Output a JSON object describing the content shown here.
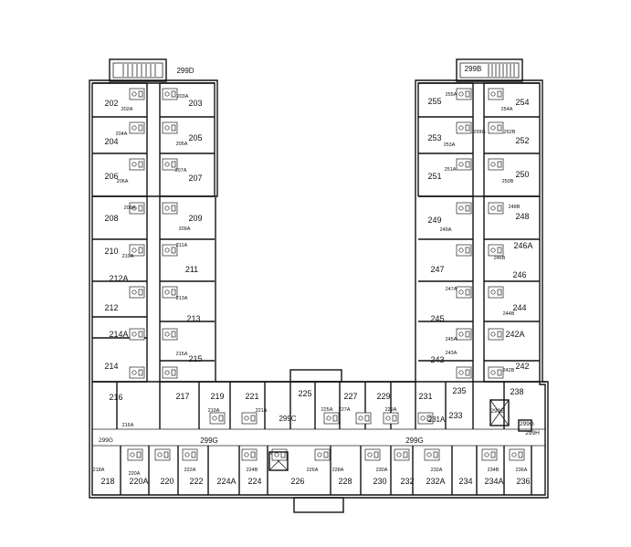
{
  "plan": {
    "rooms": [
      {
        "id": "r202",
        "label": "202",
        "size": "lg"
      },
      {
        "id": "r203",
        "label": "203",
        "size": "lg"
      },
      {
        "id": "r204",
        "label": "204",
        "size": "lg"
      },
      {
        "id": "r205",
        "label": "205",
        "size": "lg"
      },
      {
        "id": "r206",
        "label": "206",
        "size": "lg"
      },
      {
        "id": "r207",
        "label": "207",
        "size": "lg"
      },
      {
        "id": "r208",
        "label": "208",
        "size": "lg"
      },
      {
        "id": "r209",
        "label": "209",
        "size": "lg"
      },
      {
        "id": "r210",
        "label": "210",
        "size": "lg"
      },
      {
        "id": "r211",
        "label": "211",
        "size": "lg"
      },
      {
        "id": "r212A",
        "label": "212A",
        "size": "lg"
      },
      {
        "id": "r212",
        "label": "212",
        "size": "lg"
      },
      {
        "id": "r213",
        "label": "213",
        "size": "lg"
      },
      {
        "id": "r214A",
        "label": "214A",
        "size": "lg"
      },
      {
        "id": "r214",
        "label": "214",
        "size": "lg"
      },
      {
        "id": "r215",
        "label": "215",
        "size": "lg"
      },
      {
        "id": "r216",
        "label": "216",
        "size": "lg"
      },
      {
        "id": "r217",
        "label": "217",
        "size": "lg"
      },
      {
        "id": "r219",
        "label": "219",
        "size": "lg"
      },
      {
        "id": "r221",
        "label": "221",
        "size": "lg"
      },
      {
        "id": "r225",
        "label": "225",
        "size": "lg"
      },
      {
        "id": "r227",
        "label": "227",
        "size": "lg"
      },
      {
        "id": "r229",
        "label": "229",
        "size": "lg"
      },
      {
        "id": "r231",
        "label": "231",
        "size": "lg"
      },
      {
        "id": "r231A",
        "label": "231A",
        "size": "md"
      },
      {
        "id": "r233",
        "label": "233",
        "size": "lg"
      },
      {
        "id": "r235",
        "label": "235",
        "size": "lg"
      },
      {
        "id": "r238",
        "label": "238",
        "size": "lg"
      },
      {
        "id": "r218",
        "label": "218",
        "size": "lg"
      },
      {
        "id": "r220A",
        "label": "220A",
        "size": "lg"
      },
      {
        "id": "r220",
        "label": "220",
        "size": "lg"
      },
      {
        "id": "r222",
        "label": "222",
        "size": "lg"
      },
      {
        "id": "r224A",
        "label": "224A",
        "size": "lg"
      },
      {
        "id": "r224",
        "label": "224",
        "size": "lg"
      },
      {
        "id": "r226",
        "label": "226",
        "size": "lg"
      },
      {
        "id": "r228",
        "label": "228",
        "size": "lg"
      },
      {
        "id": "r230",
        "label": "230",
        "size": "lg"
      },
      {
        "id": "r232",
        "label": "232",
        "size": "lg"
      },
      {
        "id": "r232A",
        "label": "232A",
        "size": "lg"
      },
      {
        "id": "r234",
        "label": "234",
        "size": "lg"
      },
      {
        "id": "r234A",
        "label": "234A",
        "size": "lg"
      },
      {
        "id": "r236",
        "label": "236",
        "size": "lg"
      },
      {
        "id": "r242",
        "label": "242",
        "size": "lg"
      },
      {
        "id": "r242A",
        "label": "242A",
        "size": "lg"
      },
      {
        "id": "r243",
        "label": "243",
        "size": "lg"
      },
      {
        "id": "r244",
        "label": "244",
        "size": "lg"
      },
      {
        "id": "r245",
        "label": "245",
        "size": "lg"
      },
      {
        "id": "r246",
        "label": "246",
        "size": "lg"
      },
      {
        "id": "r246A",
        "label": "246A",
        "size": "lg"
      },
      {
        "id": "r247",
        "label": "247",
        "size": "lg"
      },
      {
        "id": "r248",
        "label": "248",
        "size": "lg"
      },
      {
        "id": "r249",
        "label": "249",
        "size": "lg"
      },
      {
        "id": "r250",
        "label": "250",
        "size": "lg"
      },
      {
        "id": "r251",
        "label": "251",
        "size": "lg"
      },
      {
        "id": "r252",
        "label": "252",
        "size": "lg"
      },
      {
        "id": "r253",
        "label": "253",
        "size": "lg"
      },
      {
        "id": "r254",
        "label": "254",
        "size": "lg"
      },
      {
        "id": "r255",
        "label": "255",
        "size": "lg"
      },
      {
        "id": "r299B",
        "label": "299B",
        "size": "md"
      },
      {
        "id": "r299C",
        "label": "299C",
        "size": "md"
      },
      {
        "id": "r299D",
        "label": "299D",
        "size": "md"
      },
      {
        "id": "r299G_left",
        "label": "299G",
        "size": "md"
      },
      {
        "id": "r299G_right",
        "label": "299G",
        "size": "md"
      },
      {
        "id": "r299G_west",
        "label": "299G",
        "size": "sm"
      },
      {
        "id": "r299G_east",
        "label": "299G",
        "size": "sm"
      },
      {
        "id": "r299H",
        "label": "299H",
        "size": "sm"
      },
      {
        "id": "r299E",
        "label": "299E",
        "size": "sm"
      }
    ],
    "sublabels": [
      {
        "id": "s202A",
        "label": "202A"
      },
      {
        "id": "s203A",
        "label": "203A"
      },
      {
        "id": "s204A",
        "label": "204A"
      },
      {
        "id": "s205A",
        "label": "205A"
      },
      {
        "id": "s206A",
        "label": "206A"
      },
      {
        "id": "s207A",
        "label": "207A"
      },
      {
        "id": "s208A",
        "label": "208A"
      },
      {
        "id": "s209A",
        "label": "209A"
      },
      {
        "id": "s210A",
        "label": "210A"
      },
      {
        "id": "s211A",
        "label": "211A"
      },
      {
        "id": "s213A",
        "label": "213A"
      },
      {
        "id": "s215A",
        "label": "215A"
      },
      {
        "id": "s216A",
        "label": "216A"
      },
      {
        "id": "s218A",
        "label": "218A"
      },
      {
        "id": "s219A",
        "label": "219A"
      },
      {
        "id": "s220A",
        "label": "220A"
      },
      {
        "id": "s221A",
        "label": "221A"
      },
      {
        "id": "s222A",
        "label": "222A"
      },
      {
        "id": "s224B",
        "label": "224B"
      },
      {
        "id": "s225A",
        "label": "225A"
      },
      {
        "id": "s226A",
        "label": "226A"
      },
      {
        "id": "s227A",
        "label": "227A"
      },
      {
        "id": "s228A",
        "label": "228A"
      },
      {
        "id": "s229A",
        "label": "229A"
      },
      {
        "id": "s230A",
        "label": "230A"
      },
      {
        "id": "s232A",
        "label": "232A"
      },
      {
        "id": "s234B",
        "label": "234B"
      },
      {
        "id": "s236A",
        "label": "236A"
      },
      {
        "id": "s242B",
        "label": "242B"
      },
      {
        "id": "s243A",
        "label": "243A"
      },
      {
        "id": "s244B",
        "label": "244B"
      },
      {
        "id": "s245A",
        "label": "245A"
      },
      {
        "id": "s246B",
        "label": "246B"
      },
      {
        "id": "s247A",
        "label": "247A"
      },
      {
        "id": "s248B",
        "label": "248B"
      },
      {
        "id": "s249A",
        "label": "249A"
      },
      {
        "id": "s250B",
        "label": "250B"
      },
      {
        "id": "s251A",
        "label": "251A"
      },
      {
        "id": "s252B",
        "label": "252B"
      },
      {
        "id": "s253A",
        "label": "253A"
      },
      {
        "id": "s254A",
        "label": "254A"
      },
      {
        "id": "s255A",
        "label": "255A"
      },
      {
        "id": "s299G_n",
        "label": "299G"
      }
    ]
  }
}
